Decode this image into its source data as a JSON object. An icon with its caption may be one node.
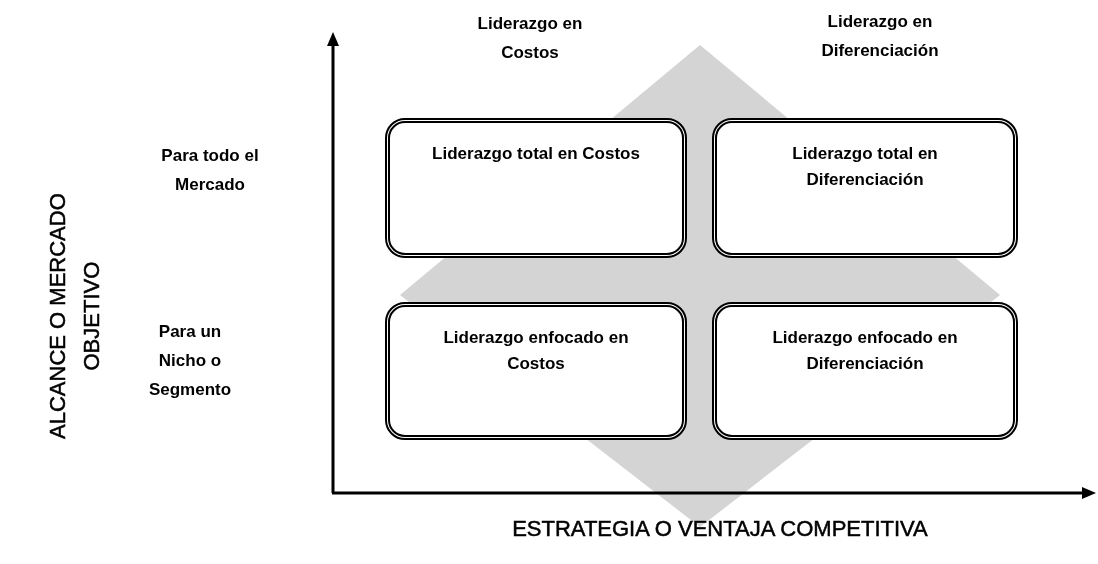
{
  "diagram": {
    "nodes": [
      {
        "text": [
          "Liderazgo total en Costos"
        ]
      },
      {
        "text": [
          "Liderazgo total en Diferenciación"
        ]
      },
      {
        "text": [
          "Liderazgo enfocado en Costos"
        ]
      },
      {
        "text": [
          "Liderazgo enfocado en Diferenciación"
        ]
      }
    ],
    "labels": [
      "Liderazgo en Costos",
      "Liderazgo en Diferenciación",
      "Para todo el Mercado",
      "Para un Nicho o Segmento",
      "ALCANCE O MERCADO OBJETIVO",
      "ESTRATEGIA O VENTAJA COMPETITIVA"
    ]
  }
}
